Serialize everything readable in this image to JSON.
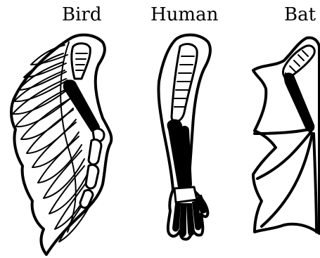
{
  "labels": {
    "bird": "Bird",
    "human": "Human",
    "bat": "Bat"
  },
  "colors": {
    "ink": "#000000",
    "paper": "#ffffff"
  }
}
